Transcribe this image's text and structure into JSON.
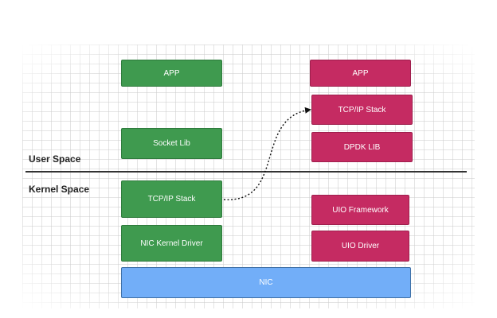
{
  "labels": {
    "user_space": "User Space",
    "kernel_space": "Kernel Space"
  },
  "standard_stack": {
    "app": "APP",
    "socket_lib": "Socket Lib",
    "tcpip_stack": "TCP/IP Stack",
    "nic_kernel_driver": "NIC Kernel Driver"
  },
  "dpdk_stack": {
    "app": "APP",
    "tcpip_stack": "TCP/IP Stack",
    "dpdk_lib": "DPDK LIB",
    "uio_framework": "UIO Framework",
    "uio_driver": "UIO Driver"
  },
  "hardware": {
    "nic": "NIC"
  },
  "colors": {
    "standard_box": "#3f9a4f",
    "dpdk_box": "#c52b62",
    "nic_box": "#72aef8",
    "divider": "#333333"
  },
  "connector": {
    "style": "dotted",
    "from": "TCP/IP Stack",
    "to": "TCP/IP Stack"
  }
}
